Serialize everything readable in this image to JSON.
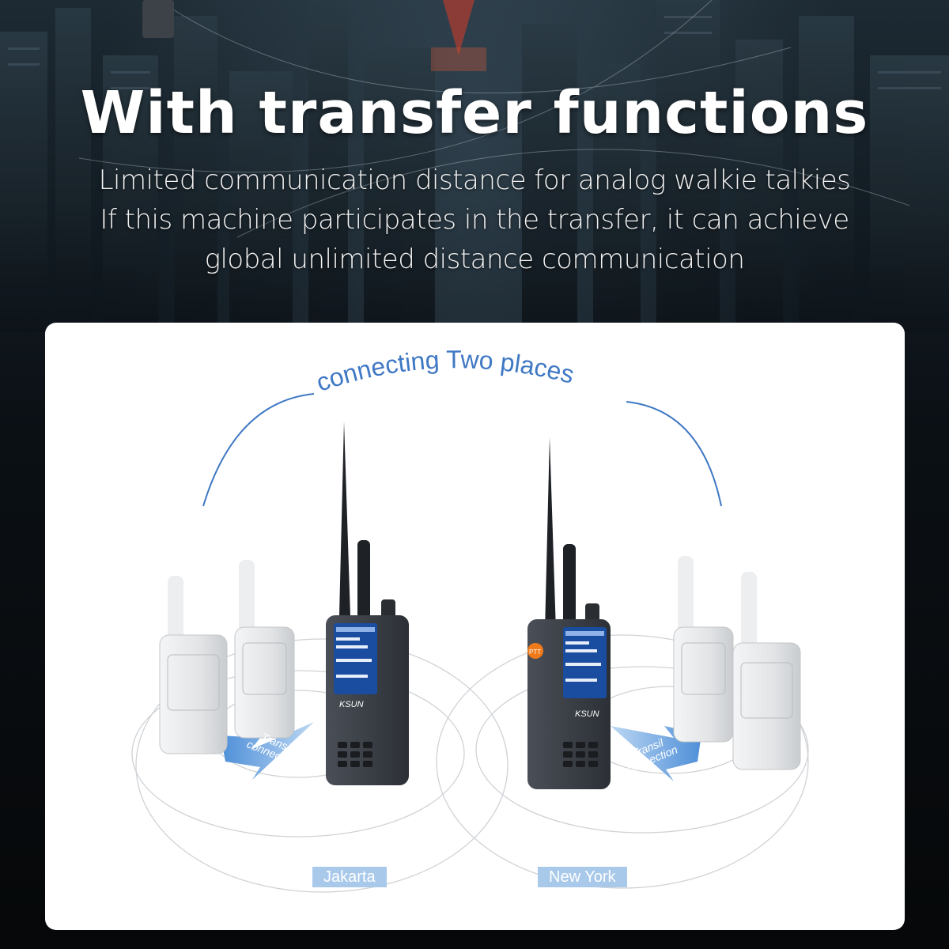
{
  "header": {
    "title": "With transfer functions",
    "description_lines": [
      "Limited communication distance for analog walkie talkies",
      "If this machine participates in the transfer, it can achieve",
      "global unlimited distance communication"
    ]
  },
  "diagram": {
    "arc_label": "connecting Two places",
    "arrow_label_left": "Transil connection",
    "arrow_label_right": "Transil connection",
    "locations": [
      "Jakarta",
      "New York"
    ],
    "brand_mark": "KSUN",
    "ptt_label": "PTT"
  },
  "colors": {
    "arc_blue": "#3f78c4",
    "badge_blue": "#a9c9ea",
    "ptt_orange": "#f07a1a",
    "radio_body": "#3a3f46"
  }
}
